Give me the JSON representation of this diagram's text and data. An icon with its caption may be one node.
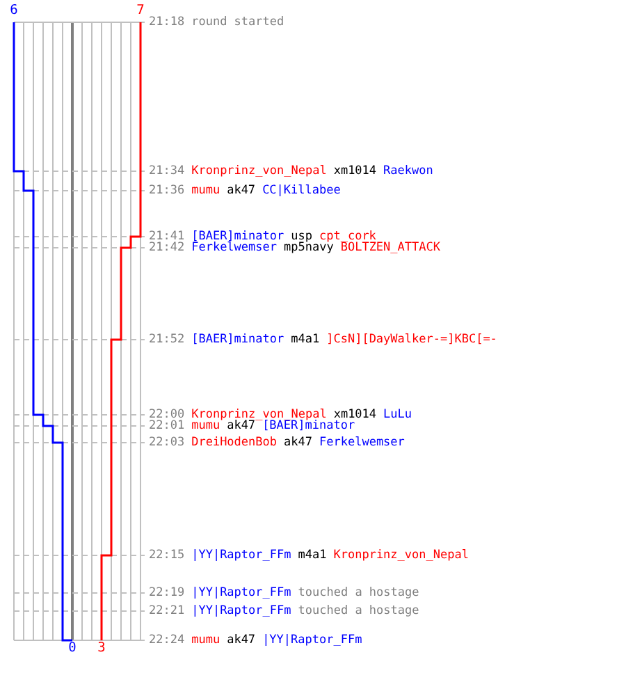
{
  "diagram": {
    "labels": [
      "6",
      "7",
      "21:18",
      "round started",
      "21:34",
      "Kronprinz_von_Nepal",
      "xm1014",
      "Raekwon",
      "21:36",
      "mumu",
      "ak47",
      "CC|Killabee",
      "21:41",
      "[BAER]minator",
      "usp",
      "cpt_cork",
      "21:42",
      "Ferkelwemser",
      "mp5navy",
      "BOLTZEN_ATTACK",
      "21:52",
      "[BAER]minator",
      "m4a1",
      "]CsN][DayWalker-=]KBC[=-",
      "22:00",
      "Kronprinz_von_Nepal",
      "xm1014",
      "LuLu",
      "22:01",
      "mumu",
      "ak47",
      "[BAER]minator",
      "22:03",
      "DreiHodenBob",
      "ak47",
      "Ferkelwemser",
      "22:15",
      "|YY|Raptor_FFm",
      "m4a1",
      "Kronprinz_von_Nepal",
      "22:19",
      "|YY|Raptor_FFm",
      "touched a hostage",
      "22:21",
      "|YY|Raptor_FFm",
      "touched a hostage",
      "22:24",
      "mumu",
      "ak47",
      "|YY|Raptor_FFm",
      "0",
      "3"
    ]
  }
}
